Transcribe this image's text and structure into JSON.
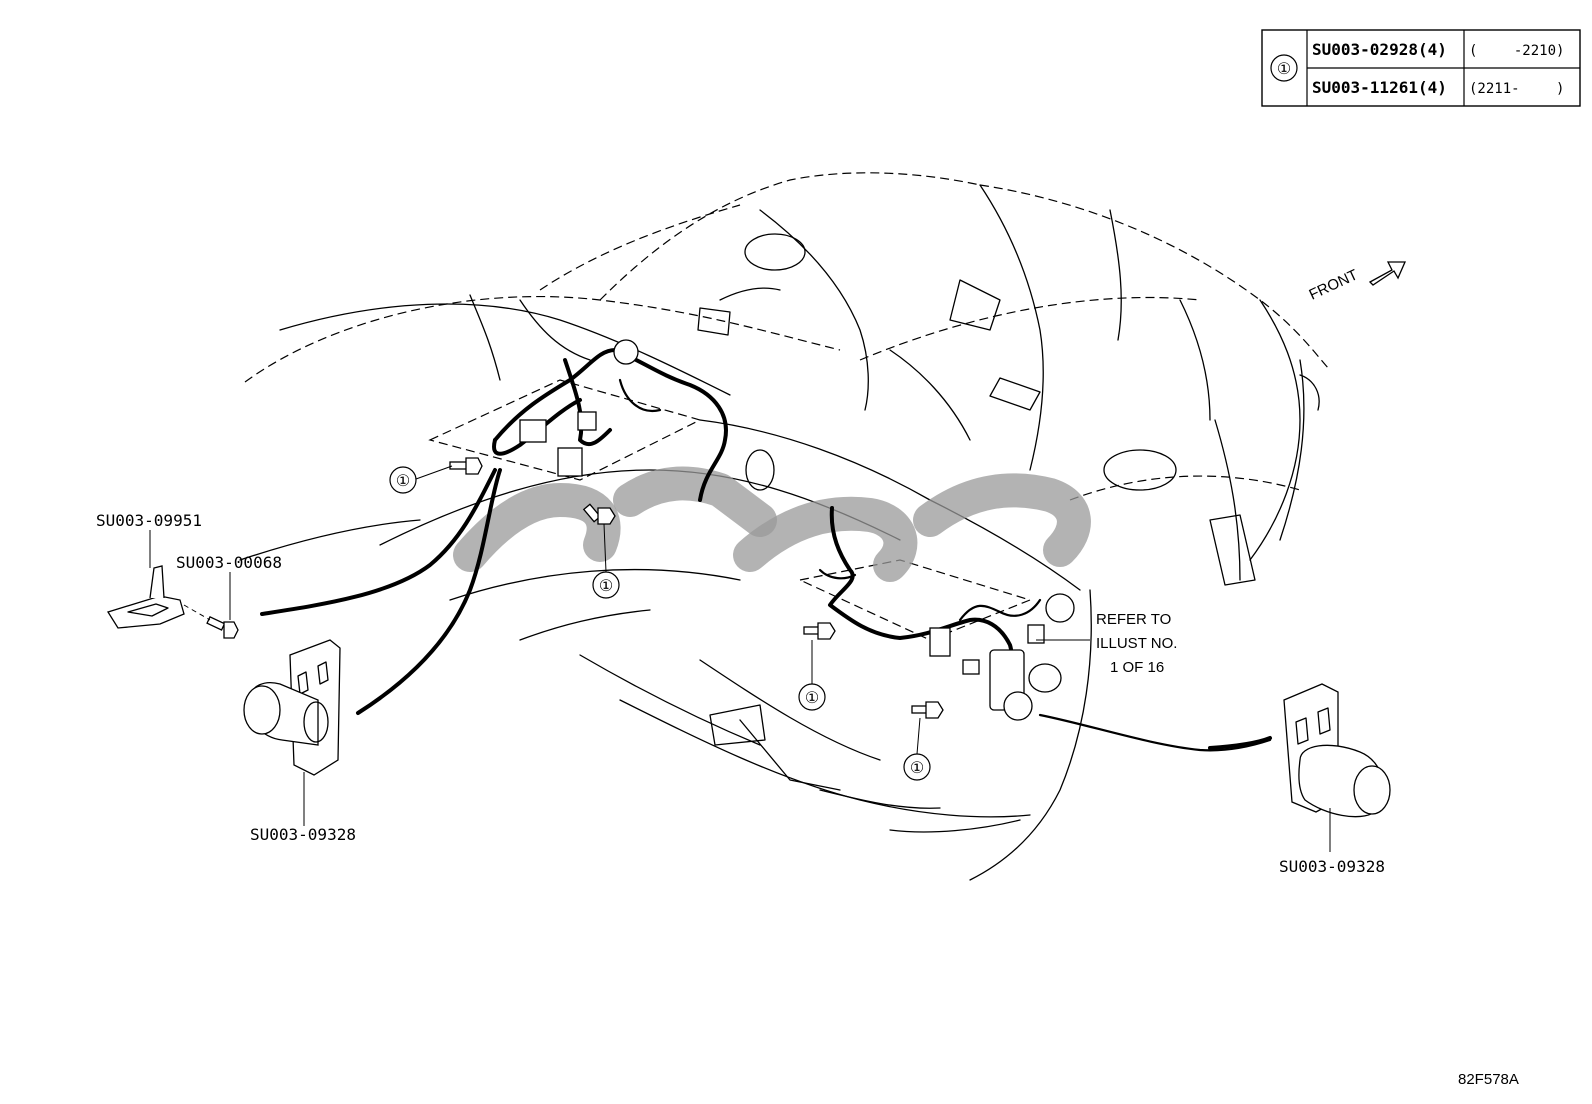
{
  "parts_table": {
    "ref_symbol": "①",
    "rows": [
      {
        "part_number": "SU003-02928(4)",
        "range": "(　　 -2210)"
      },
      {
        "part_number": "SU003-11261(4)",
        "range": "(2211-　　 )"
      }
    ]
  },
  "direction": {
    "label": "FRONT"
  },
  "callouts": {
    "bracket": "SU003-09951",
    "bolt": "SU003-00068",
    "left_motor": "SU003-09328",
    "right_motor": "SU003-09328",
    "ref_symbol": "①",
    "refer_line1": "REFER TO",
    "refer_line2": "ILLUST NO.",
    "refer_line3": "1 OF 16"
  },
  "illustration_code": "82F578A",
  "colors": {
    "line": "#000000",
    "watermark": "#9a9a9a",
    "background": "#ffffff"
  }
}
